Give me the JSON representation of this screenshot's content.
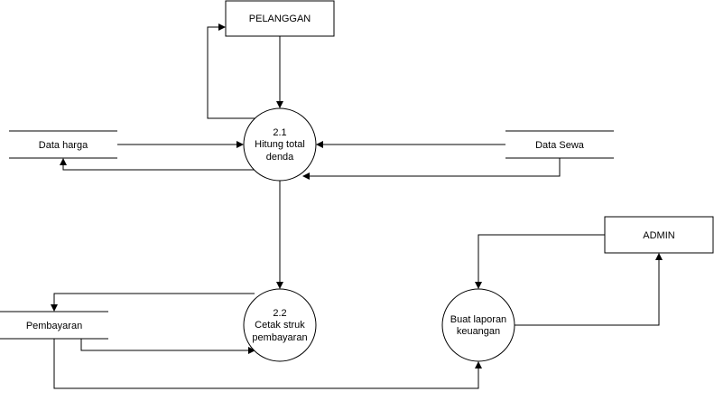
{
  "entities": {
    "pelanggan": "PELANGGAN",
    "admin": "ADMIN"
  },
  "processes": {
    "p21": {
      "number": "2.1",
      "line1": "Hitung total",
      "line2": "denda"
    },
    "p22": {
      "number": "2.2",
      "line1": "Cetak struk",
      "line2": "pembayaran"
    },
    "p_laporan": {
      "line1": "Buat laporan",
      "line2": "keuangan"
    }
  },
  "stores": {
    "data_harga": "Data harga",
    "data_sewa": "Data Sewa",
    "pembayaran": "Pembayaran"
  },
  "colors": {
    "stroke": "#000000",
    "background": "#ffffff"
  }
}
